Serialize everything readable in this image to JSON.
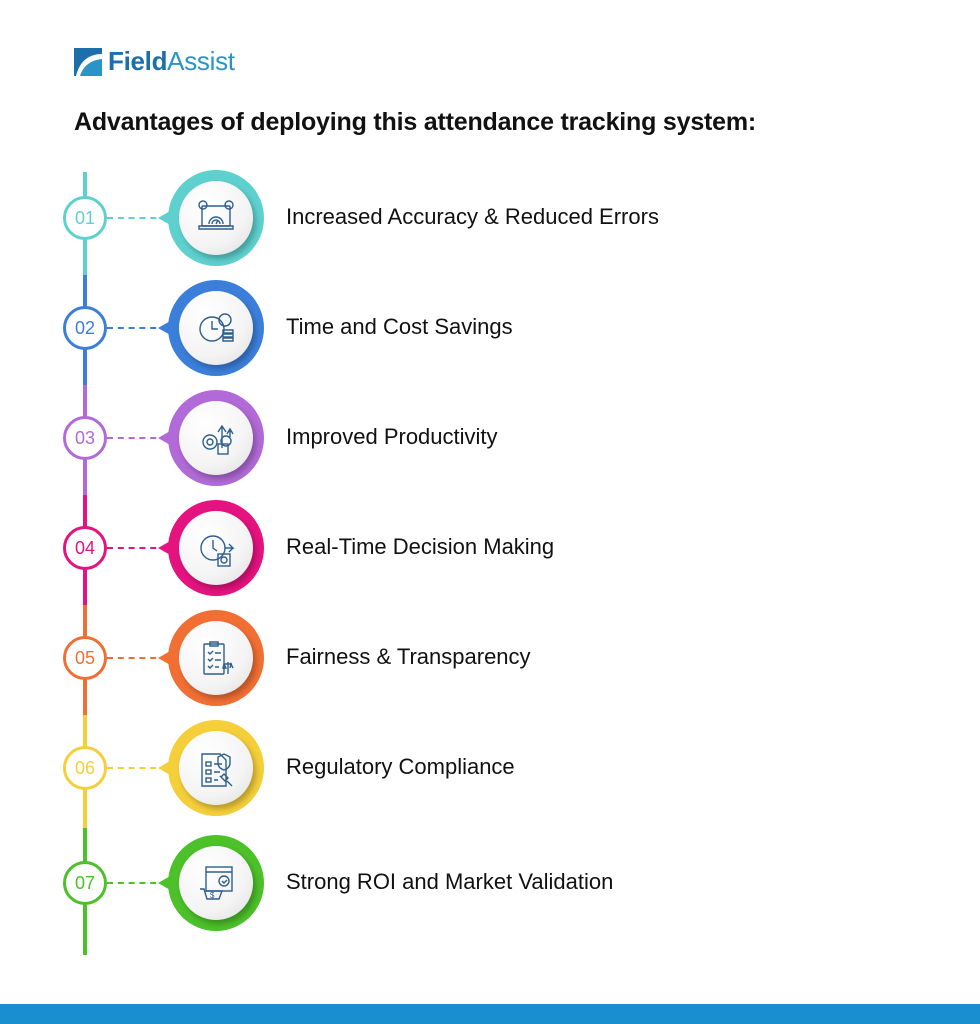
{
  "brand": {
    "name_bold": "Field",
    "name_light": "Assist"
  },
  "title": "Advantages of deploying this attendance tracking system:",
  "items": [
    {
      "number": "01",
      "label": "Increased Accuracy & Reduced Errors",
      "color": "#5ed1cf",
      "icon": "laptop-gauge-icon"
    },
    {
      "number": "02",
      "label": "Time and Cost Savings",
      "color": "#3c7fdb",
      "icon": "clock-coins-icon"
    },
    {
      "number": "03",
      "label": "Improved Productivity",
      "color": "#b16ad7",
      "icon": "gear-growth-icon"
    },
    {
      "number": "04",
      "label": "Real-Time Decision Making",
      "color": "#e5137f",
      "icon": "stopwatch-arrow-icon"
    },
    {
      "number": "05",
      "label": "Fairness & Transparency",
      "color": "#f26f34",
      "icon": "clipboard-scale-icon"
    },
    {
      "number": "06",
      "label": "Regulatory Compliance",
      "color": "#f5cf3a",
      "icon": "document-gavel-icon"
    },
    {
      "number": "07",
      "label": "Strong ROI and Market Validation",
      "color": "#4cc129",
      "icon": "cart-dollar-icon"
    }
  ]
}
